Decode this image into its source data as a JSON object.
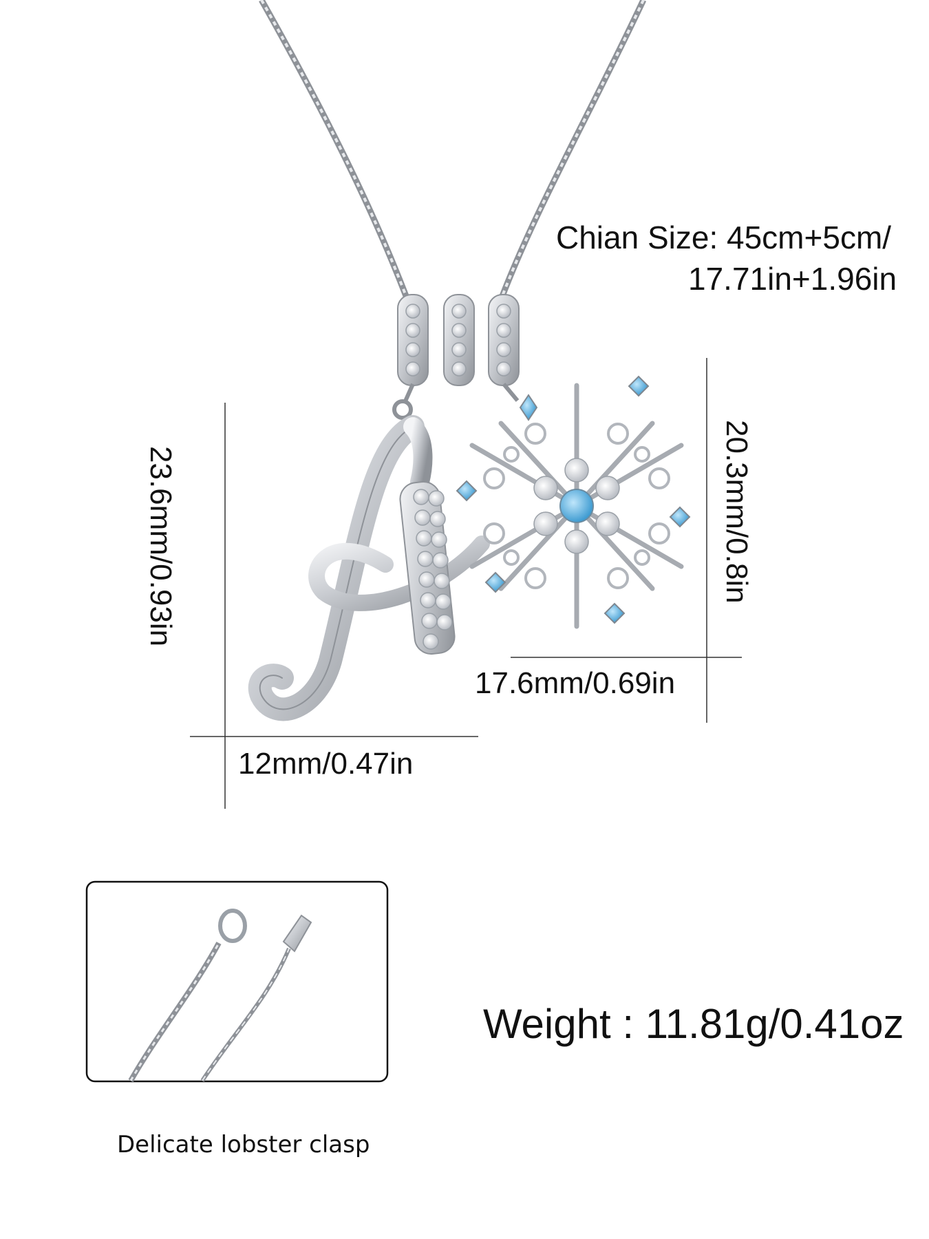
{
  "chain_size": {
    "line1": "Chian Size: 45cm+5cm/",
    "line2": "17.71in+1.96in"
  },
  "pendant_a": {
    "width": "12mm/0.47in",
    "height": "23.6mm/0.93in"
  },
  "pendant_snowflake": {
    "width": "17.6mm/0.69in",
    "height": "20.3mm/0.8in"
  },
  "weight": "Weight : 11.81g/0.41oz",
  "clasp_caption": "Delicate lobster clasp",
  "colors": {
    "silver": "#c9ccd1",
    "silver_dark": "#8e9298",
    "blue_stone": "#5fb3e2",
    "text": "#111111"
  }
}
